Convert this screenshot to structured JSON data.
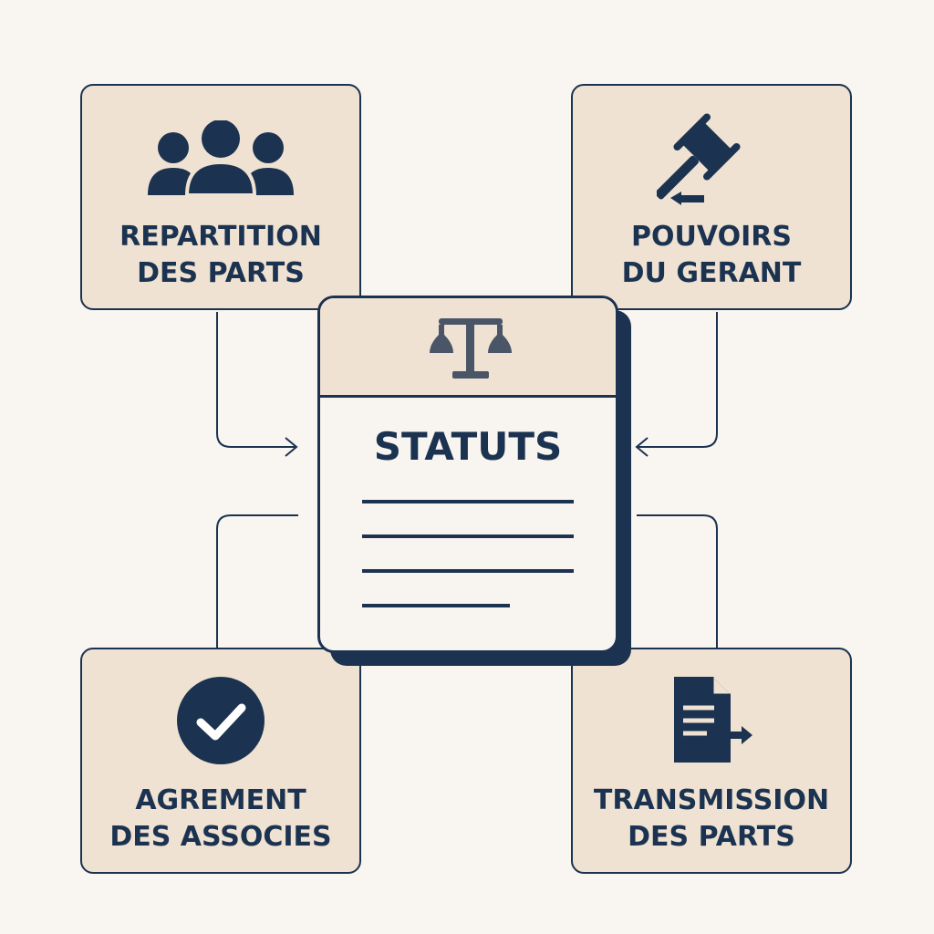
{
  "center": {
    "title": "STATUTS",
    "icon": "scales-icon"
  },
  "boxes": {
    "top_left": {
      "line1": "REPARTITION",
      "line2": "DES PARTS",
      "icon": "group-icon"
    },
    "top_right": {
      "line1": "POUVOIRS",
      "line2": "DU GERANT",
      "icon": "gavel-icon"
    },
    "bottom_left": {
      "line1": "AGREMENT",
      "line2": "DES ASSOCIES",
      "icon": "check-circle-icon"
    },
    "bottom_right": {
      "line1": "TRANSMISSION",
      "line2": "DES PARTS",
      "icon": "document-transfer-icon"
    }
  },
  "colors": {
    "background": "#f9f5f0",
    "box": "#f0e2d2",
    "navy": "#1b3350"
  }
}
